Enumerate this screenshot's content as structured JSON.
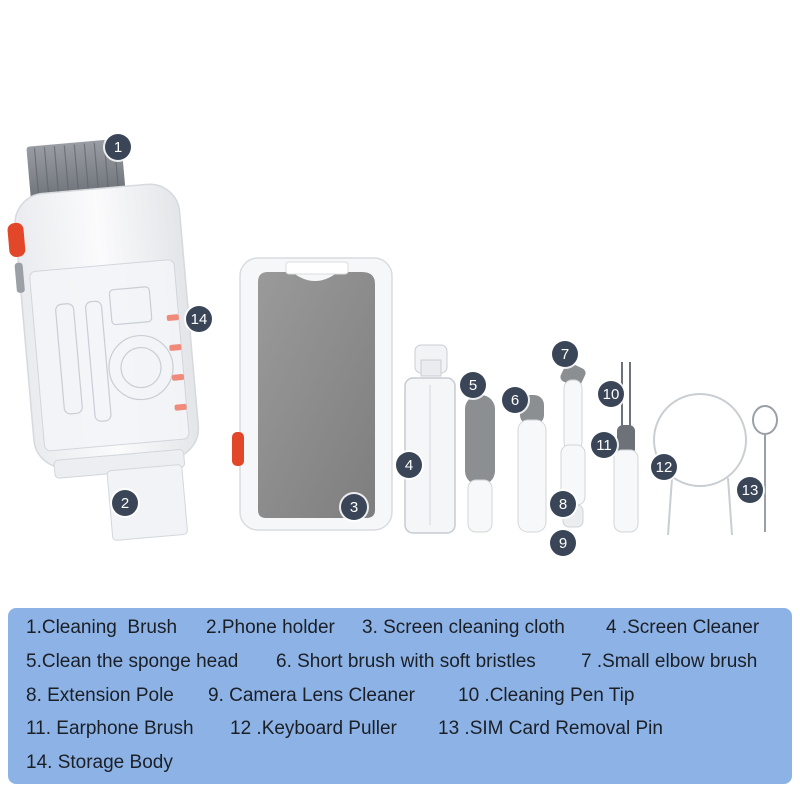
{
  "colors": {
    "badge": "#3a4658",
    "legend_background": "#8db3e6",
    "accent_orange": "#e2472a",
    "cloth_gray": "#8c8c8c"
  },
  "badges": [
    "1",
    "2",
    "3",
    "4",
    "5",
    "6",
    "7",
    "8",
    "9",
    "10",
    "11",
    "12",
    "13",
    "14"
  ],
  "legend": [
    [
      "1.Cleaning  Brush",
      "2.Phone holder",
      "3. Screen cleaning cloth",
      "4 .Screen Cleaner"
    ],
    [
      "5.Clean the sponge head",
      "6. Short brush with soft bristles",
      "7 .Small elbow brush"
    ],
    [
      "8. Extension Pole",
      "9. Camera Lens Cleaner",
      "10 .Cleaning Pen Tip"
    ],
    [
      "11. Earphone Brush",
      "12 .Keyboard Puller",
      "13 .SIM Card Removal Pin"
    ],
    [
      "14. Storage Body"
    ]
  ]
}
